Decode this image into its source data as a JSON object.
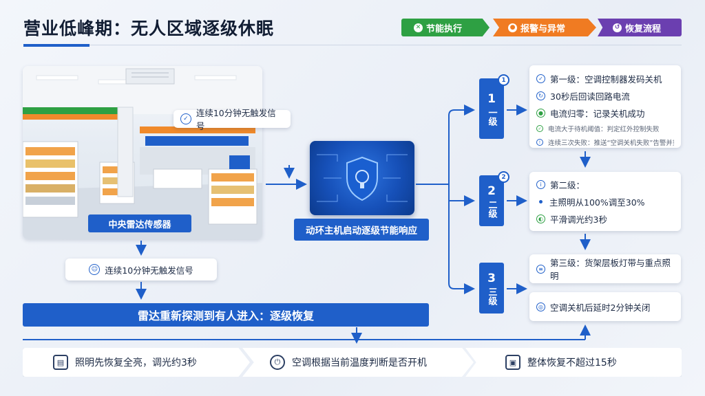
{
  "title": "营业低峰期：无人区域逐级休眠",
  "legend": [
    {
      "label": "节能执行",
      "color": "#2ea043",
      "icon": "leaf-icon"
    },
    {
      "label": "报警与异常",
      "color": "#f07b22",
      "icon": "location-pin-icon"
    },
    {
      "label": "恢复流程",
      "color": "#6b3fb0",
      "icon": "history-icon"
    }
  ],
  "store": {
    "callout_top": "连续10分钟无触发信号",
    "sensor_label": "中央雷达传感器",
    "callout_bottom": "连续10分钟无触发信号"
  },
  "host_label": "动环主机启动逐级节能响应",
  "recover_banner": "雷达重新探测到有人进入：逐级恢复",
  "levels": [
    {
      "badge": "1",
      "num": "1",
      "text": "一级"
    },
    {
      "badge": "2",
      "num": "2",
      "text": "二级"
    },
    {
      "badge": "3",
      "num": "3",
      "text": "三级"
    }
  ],
  "level1_card": {
    "r1": "第一级：空调控制器发码关机",
    "r2": "30秒后回读回路电流",
    "r3": "电流归零：记录关机成功",
    "r4": "电流大于待机阈值：判定红外控制失败",
    "r5": "连续三次失败：推送“空调关机失败”告警并重新下发"
  },
  "level2_card": {
    "r1": "第二级：",
    "r2": "主照明从100%调至30%",
    "r3": "平滑调光约3秒"
  },
  "level3_card": {
    "r1": "第三级：货架层板灯带与重点照明"
  },
  "ac_delay_card": "空调关机后延时2分钟关闭",
  "bottom_strip": [
    {
      "text": "照明先恢复全亮，调光约3秒",
      "icon": "calendar-icon"
    },
    {
      "text": "空调根据当前温度判断是否开机",
      "icon": "power-icon"
    },
    {
      "text": "整体恢复不超过15秒",
      "icon": "lock-icon"
    }
  ]
}
